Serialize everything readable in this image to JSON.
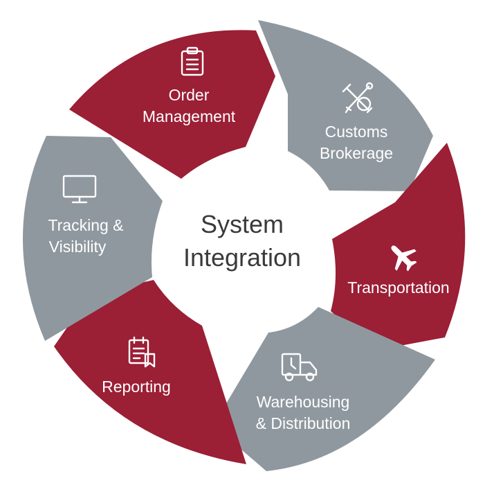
{
  "colors": {
    "crimson": "#9b1f35",
    "gray": "#8f989f",
    "center": "#ffffff",
    "center_text": "#3a3a3a",
    "label_text": "#ffffff"
  },
  "center": {
    "line1": "System",
    "line2": "Integration"
  },
  "segments": [
    {
      "name": "order-management",
      "icon": "clipboard-icon",
      "color": "crimson",
      "line1": "Order",
      "line2": "Management"
    },
    {
      "name": "customs-brokerage",
      "icon": "customs-tools-icon",
      "color": "gray",
      "line1": "Customs",
      "line2": "Brokerage"
    },
    {
      "name": "transportation",
      "icon": "airplane-icon",
      "color": "crimson",
      "line1": "Transportation",
      "line2": ""
    },
    {
      "name": "warehousing-distribution",
      "icon": "delivery-truck-icon",
      "color": "gray",
      "line1": "Warehousing",
      "line2": "& Distribution"
    },
    {
      "name": "reporting",
      "icon": "report-document-icon",
      "color": "crimson",
      "line1": "Reporting",
      "line2": ""
    },
    {
      "name": "tracking-visibility",
      "icon": "monitor-icon",
      "color": "gray",
      "line1": "Tracking &",
      "line2": "Visibility"
    }
  ]
}
